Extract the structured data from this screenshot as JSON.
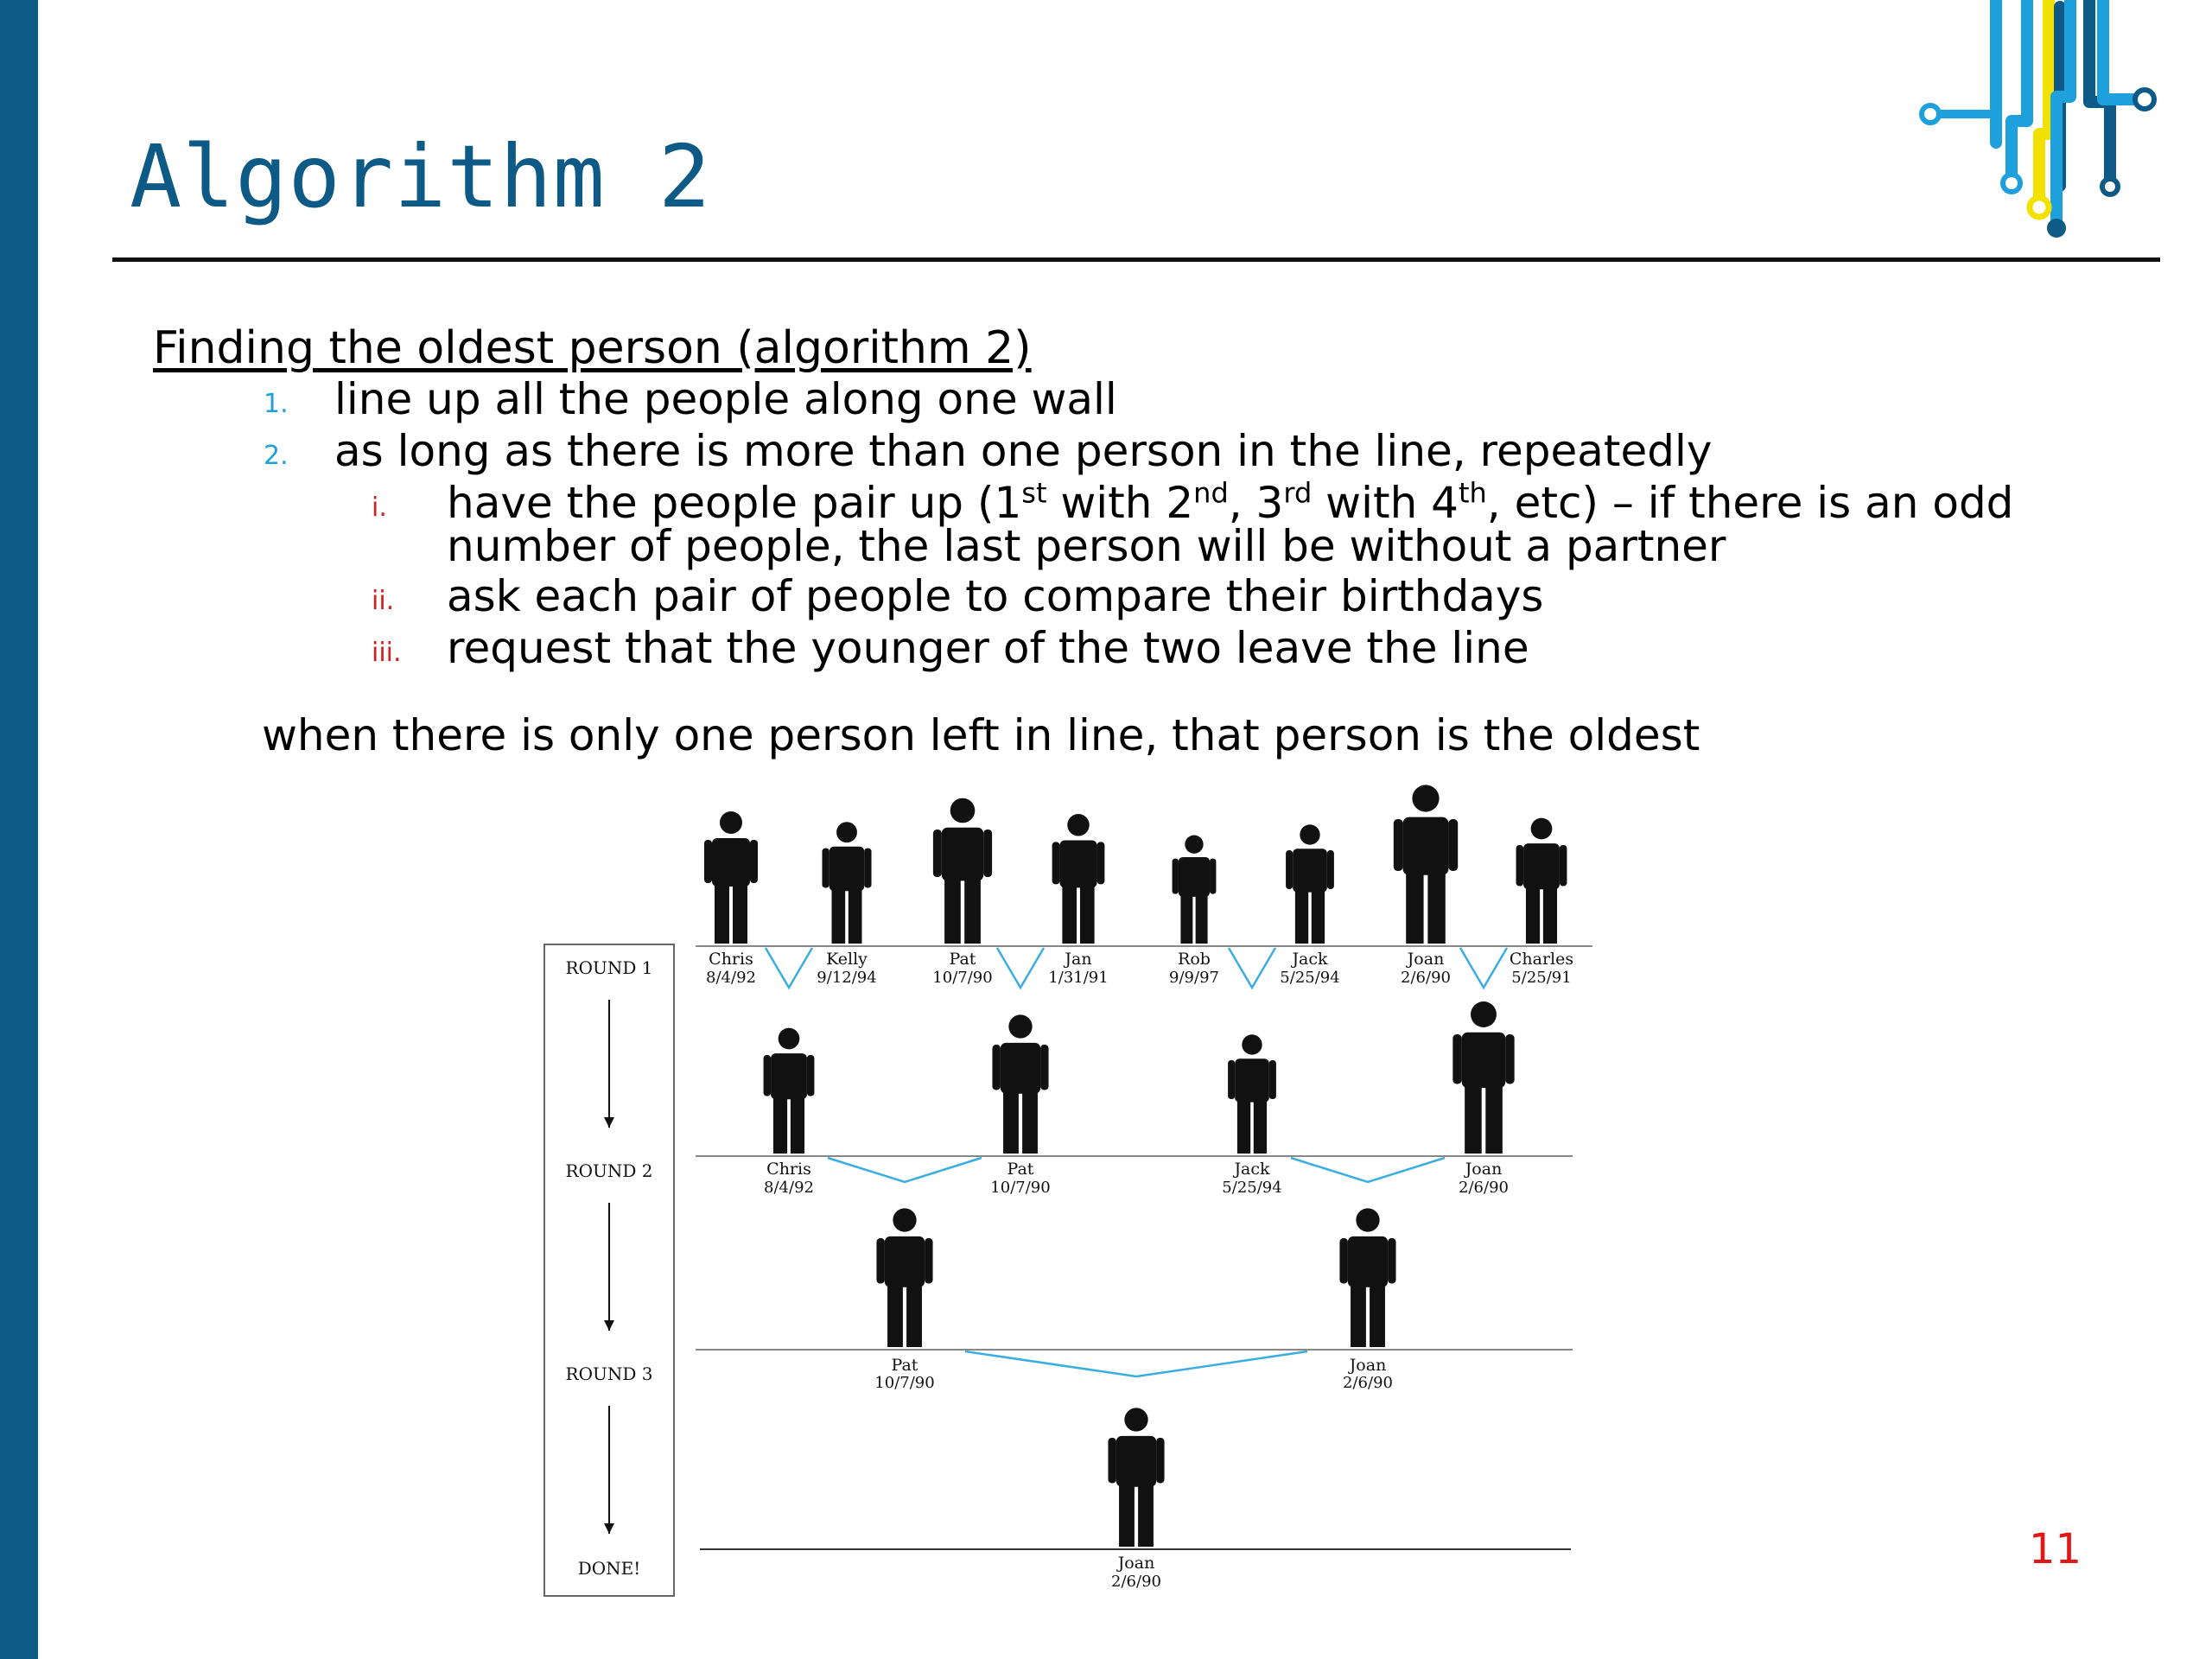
{
  "slide": {
    "title": "Algorithm 2",
    "page_number": "11",
    "colors": {
      "sidebar": "#0e5a86",
      "title": "#0e5a86",
      "list_number": "#1ea0dc",
      "sub_number": "#d42020",
      "page_number": "#e01818",
      "connector": "#3aaee0"
    }
  },
  "content": {
    "heading": "Finding the oldest person (algorithm 2)",
    "steps": [
      {
        "num": "1.",
        "text": "line up all the people along one wall"
      },
      {
        "num": "2.",
        "text": "as long as there is more than one person in the line, repeatedly"
      }
    ],
    "substeps": [
      {
        "num": "i.",
        "t1": "have the people pair up (1",
        "s1": "st",
        "t2": " with 2",
        "s2": "nd",
        "t3": ", 3",
        "s3": "rd",
        "t4": " with 4",
        "s4": "th",
        "t5": ", etc) – if there is an odd",
        "line2": "number of people, the last person will be without a partner"
      },
      {
        "num": "ii.",
        "text": "ask each pair of people to compare their birthdays"
      },
      {
        "num": "iii.",
        "text": "request that the younger of the two leave the line"
      }
    ],
    "conclusion": "when there is only one person left in line, that person is the oldest"
  },
  "diagram": {
    "rounds": [
      "ROUND 1",
      "ROUND 2",
      "ROUND 3",
      "DONE!"
    ],
    "round1": [
      {
        "name": "Chris",
        "date": "8/4/92"
      },
      {
        "name": "Kelly",
        "date": "9/12/94"
      },
      {
        "name": "Pat",
        "date": "10/7/90"
      },
      {
        "name": "Jan",
        "date": "1/31/91"
      },
      {
        "name": "Rob",
        "date": "9/9/97"
      },
      {
        "name": "Jack",
        "date": "5/25/94"
      },
      {
        "name": "Joan",
        "date": "2/6/90"
      },
      {
        "name": "Charles",
        "date": "5/25/91"
      }
    ],
    "round2": [
      {
        "name": "Chris",
        "date": "8/4/92"
      },
      {
        "name": "Pat",
        "date": "10/7/90"
      },
      {
        "name": "Jack",
        "date": "5/25/94"
      },
      {
        "name": "Joan",
        "date": "2/6/90"
      }
    ],
    "round3": [
      {
        "name": "Pat",
        "date": "10/7/90"
      },
      {
        "name": "Joan",
        "date": "2/6/90"
      }
    ],
    "done": [
      {
        "name": "Joan",
        "date": "2/6/90"
      }
    ]
  }
}
